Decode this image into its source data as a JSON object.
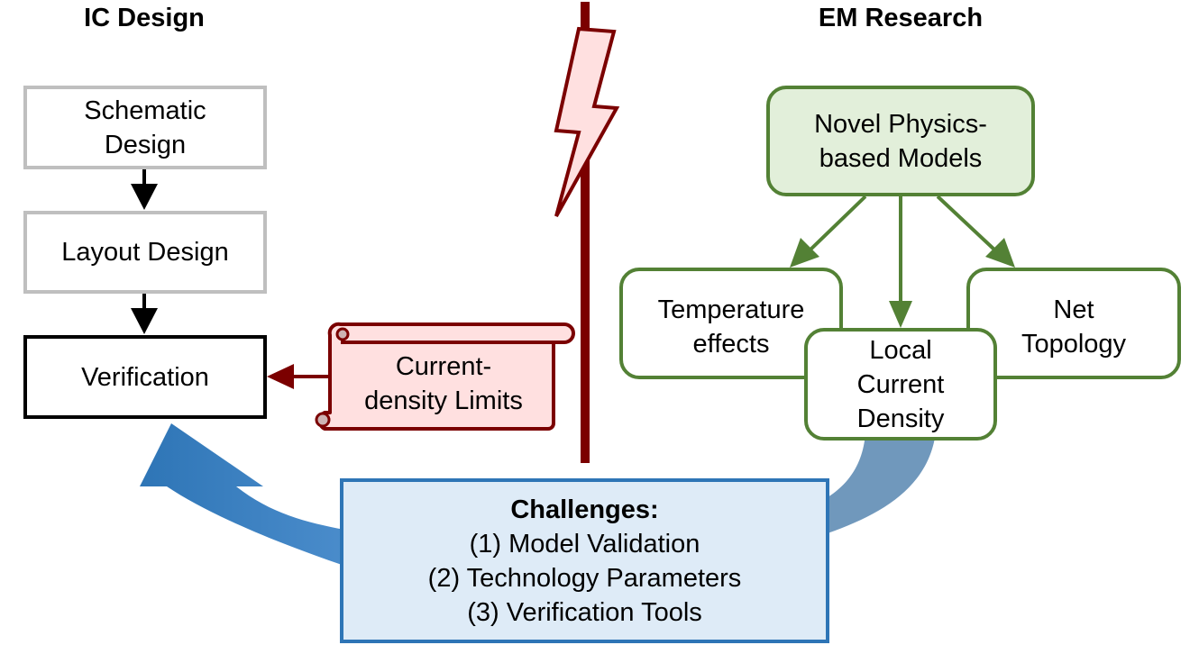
{
  "colors": {
    "ic_box_border": "#bfbfbf",
    "verification_border": "#000000",
    "em_green": "#538135",
    "em_green_fill": "#e2efda",
    "dark_red": "#7b0000",
    "red_fill": "#ffe0e0",
    "challenge_blue": "#2e75b6",
    "challenge_fill": "#deebf7",
    "arrow_blue": "#3a7fc1",
    "arrow_steel": "#7098bc"
  },
  "ic_design": {
    "heading": "IC Design",
    "steps": [
      {
        "lines": [
          "Schematic",
          "Design"
        ]
      },
      {
        "lines": [
          "Layout Design"
        ]
      },
      {
        "lines": [
          "Verification"
        ]
      }
    ]
  },
  "limits_scroll": {
    "lines": [
      "Current-",
      "density Limits"
    ]
  },
  "em_research": {
    "heading": "EM Research",
    "root": {
      "lines": [
        "Novel Physics-",
        "based Models"
      ]
    },
    "children": [
      {
        "lines": [
          "Temperature",
          "effects"
        ]
      },
      {
        "lines": [
          "Local",
          "Current",
          "Density"
        ]
      },
      {
        "lines": [
          "Net",
          "Topology"
        ]
      }
    ]
  },
  "challenges": {
    "title": "Challenges:",
    "items": [
      "(1)  Model Validation",
      "(2)  Technology Parameters",
      "(3)  Verification Tools"
    ]
  }
}
